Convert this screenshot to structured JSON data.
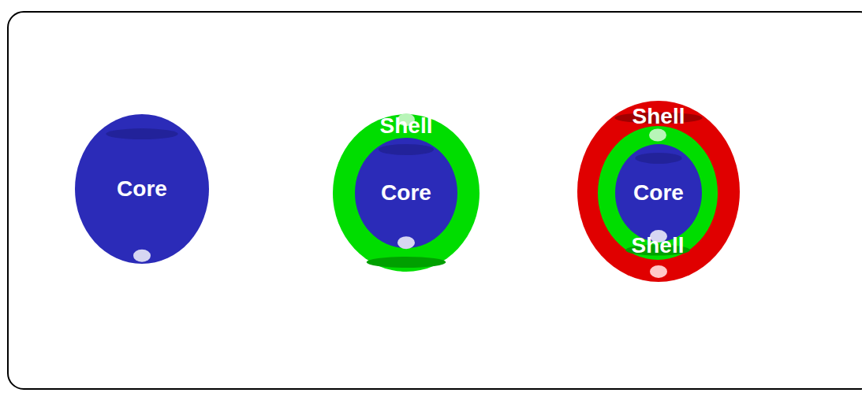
{
  "diagram": {
    "nodes": [
      {
        "text": [
          "Core"
        ]
      },
      {
        "text": [
          "Shell"
        ]
      },
      {
        "text": [
          "Core"
        ],
        "in": 1
      },
      {
        "text": [
          "Shell"
        ]
      },
      {
        "text": [
          "Shell"
        ],
        "in": 3
      },
      {
        "text": [
          "Core"
        ],
        "in": 4
      }
    ]
  }
}
